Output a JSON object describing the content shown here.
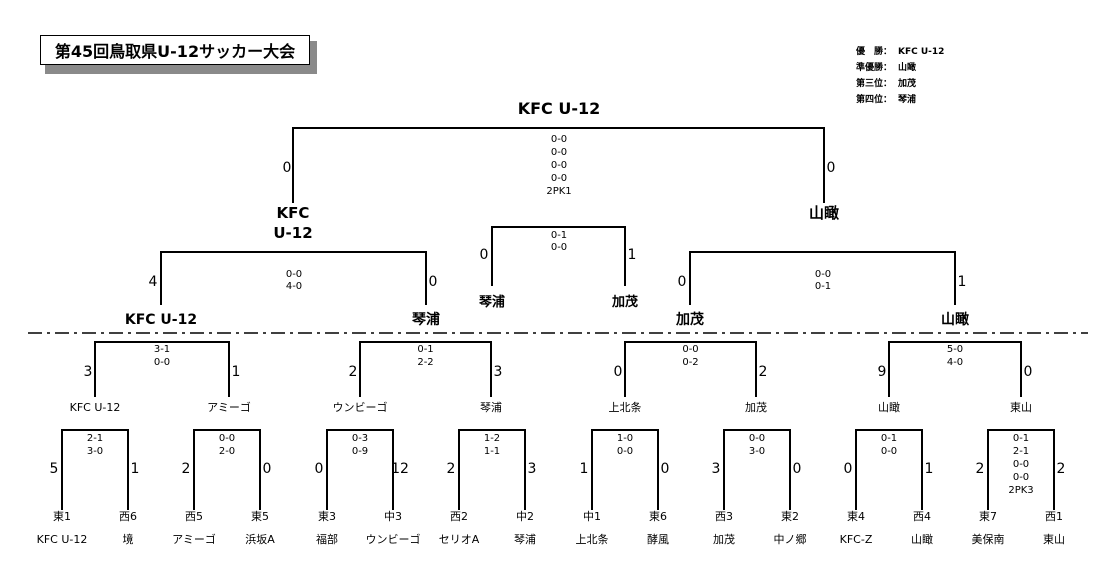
{
  "title": "第45回鳥取県U-12サッカー大会",
  "legend": [
    {
      "label": "優　勝：",
      "value": "KFC U-12"
    },
    {
      "label": "準優勝：",
      "value": "山瞰"
    },
    {
      "label": "第三位：",
      "value": "加茂"
    },
    {
      "label": "第四位：",
      "value": "琴浦"
    }
  ],
  "champion": "KFC U-12",
  "final": {
    "left_team": "KFC U-12",
    "right_team": "山瞰",
    "left_score": "0",
    "right_score": "0",
    "details": [
      "0-0",
      "0-0",
      "0-0",
      "0-0",
      "2PK1"
    ]
  },
  "third_place": {
    "left_team": "琴浦",
    "right_team": "加茂",
    "left_score": "0",
    "right_score": "1",
    "details": [
      "0-1",
      "0-0"
    ]
  },
  "semifinals": [
    {
      "left_team": "KFC U-12",
      "right_team": "琴浦",
      "left_score": "4",
      "right_score": "0",
      "details": [
        "0-0",
        "4-0"
      ]
    },
    {
      "left_team": "加茂",
      "right_team": "山瞰",
      "left_score": "0",
      "right_score": "1",
      "details": [
        "0-0",
        "0-1"
      ]
    }
  ],
  "quarterfinals": [
    {
      "left_team": "KFC U-12",
      "right_team": "アミーゴ",
      "left_score": "3",
      "right_score": "1",
      "details": [
        "3-1",
        "0-0"
      ]
    },
    {
      "left_team": "ウンビーゴ",
      "right_team": "琴浦",
      "left_score": "2",
      "right_score": "3",
      "details": [
        "0-1",
        "2-2"
      ]
    },
    {
      "left_team": "上北条",
      "right_team": "加茂",
      "left_score": "0",
      "right_score": "2",
      "details": [
        "0-0",
        "0-2"
      ]
    },
    {
      "left_team": "山瞰",
      "right_team": "東山",
      "left_score": "9",
      "right_score": "0",
      "details": [
        "5-0",
        "4-0"
      ]
    }
  ],
  "first_round": [
    {
      "left_seed": "東1",
      "right_seed": "西6",
      "left_team": "KFC U-12",
      "right_team": "境",
      "left_score": "5",
      "right_score": "1",
      "details": [
        "2-1",
        "3-0"
      ]
    },
    {
      "left_seed": "西5",
      "right_seed": "東5",
      "left_team": "アミーゴ",
      "right_team": "浜坂A",
      "left_score": "2",
      "right_score": "0",
      "details": [
        "0-0",
        "2-0"
      ]
    },
    {
      "left_seed": "東3",
      "right_seed": "中3",
      "left_team": "福部",
      "right_team": "ウンビーゴ",
      "left_score": "0",
      "right_score": "12",
      "details": [
        "0-3",
        "0-9"
      ]
    },
    {
      "left_seed": "西2",
      "right_seed": "中2",
      "left_team": "セリオA",
      "right_team": "琴浦",
      "left_score": "2",
      "right_score": "3",
      "details": [
        "1-2",
        "1-1"
      ]
    },
    {
      "left_seed": "中1",
      "right_seed": "東6",
      "left_team": "上北条",
      "right_team": "酵風",
      "left_score": "1",
      "right_score": "0",
      "details": [
        "1-0",
        "0-0"
      ]
    },
    {
      "left_seed": "西3",
      "right_seed": "東2",
      "left_team": "加茂",
      "right_team": "中ノ郷",
      "left_score": "3",
      "right_score": "0",
      "details": [
        "0-0",
        "3-0"
      ]
    },
    {
      "left_seed": "東4",
      "right_seed": "西4",
      "left_team": "KFC-Z",
      "right_team": "山瞰",
      "left_score": "0",
      "right_score": "1",
      "details": [
        "0-1",
        "0-0"
      ]
    },
    {
      "left_seed": "東7",
      "right_seed": "西1",
      "left_team": "美保南",
      "right_team": "東山",
      "left_score": "2",
      "right_score": "2",
      "details": [
        "0-1",
        "2-1",
        "0-0",
        "0-0",
        "2PK3"
      ]
    }
  ]
}
